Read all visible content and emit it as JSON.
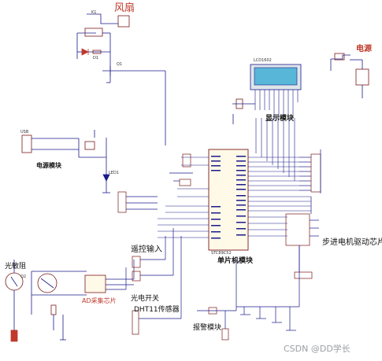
{
  "labels": {
    "fan": "风扇",
    "power": "电源",
    "display_module": "显示模块",
    "power_module": "电源模块",
    "light_resistor": "光敏阻",
    "ad_chip": "AD采集芯片",
    "remote_input": "遥控输入",
    "mcu_module": "单片机模块",
    "stepper_chip": "步进电机驱动芯片",
    "photo_switch": "光电开关",
    "dht11": "DHT11传感器",
    "alarm_module": "报警模块",
    "watermark": "CSDN @DD学长"
  },
  "parts": {
    "lcd": "LCD1602",
    "mcu": "STC89C52",
    "relay": "K1",
    "led": "LED1",
    "diode": "D1",
    "q1": "Q1",
    "q2": "Q2",
    "usb": "USB"
  },
  "colors": {
    "wire": "#1a1a8c",
    "part": "#7a1a1a",
    "lcd_screen": "#58b7d8",
    "red_label": "#c0392b",
    "watermark": "#9aa0a6"
  }
}
